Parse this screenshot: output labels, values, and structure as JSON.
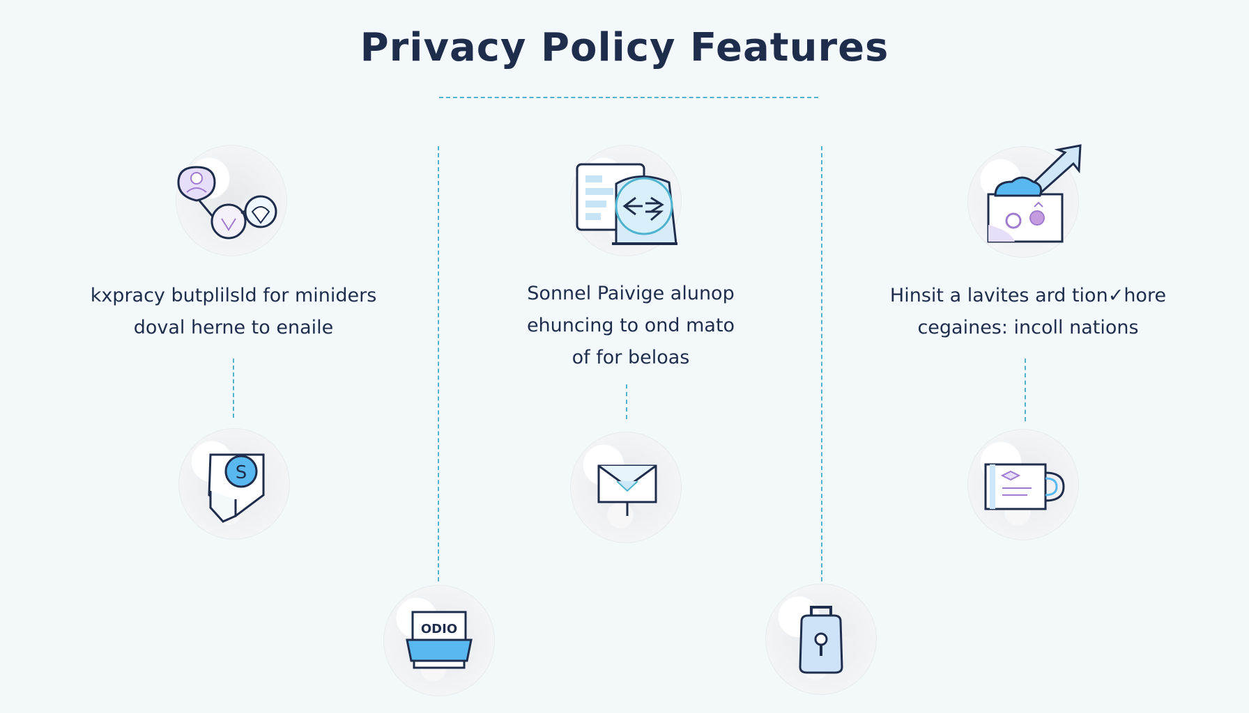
{
  "title": "Privacy Policy Features",
  "features": [
    {
      "caption_lines": [
        "kxpracy butplilsld for miniders",
        "doval herne to enaile"
      ],
      "icon_top": "people-connection-icon",
      "icon_bottom": "shield-dollar-icon"
    },
    {
      "caption_lines": [
        "Sonnel Paivige alunop",
        "ehuncing to ond mato",
        "of for beloas"
      ],
      "icon_top": "document-transfer-icon",
      "icon_bottom": "envelope-icon"
    },
    {
      "caption_lines": [
        "Hinsit a lavites ard tion✓hore",
        "cegaines: incoll nations"
      ],
      "icon_top": "cloud-export-icon",
      "icon_bottom": "mug-icon"
    }
  ],
  "connector_icons": [
    {
      "label": "ODIO",
      "icon": "id-card-printer-icon"
    },
    {
      "icon": "padlock-icon"
    }
  ],
  "colors": {
    "accent": "#4fb3cf",
    "accent_fill": "#5ab8f0",
    "ink": "#1f2d4d",
    "lavender": "#e7defa",
    "purple": "#a07ad0",
    "background": "#f3f8fb"
  }
}
